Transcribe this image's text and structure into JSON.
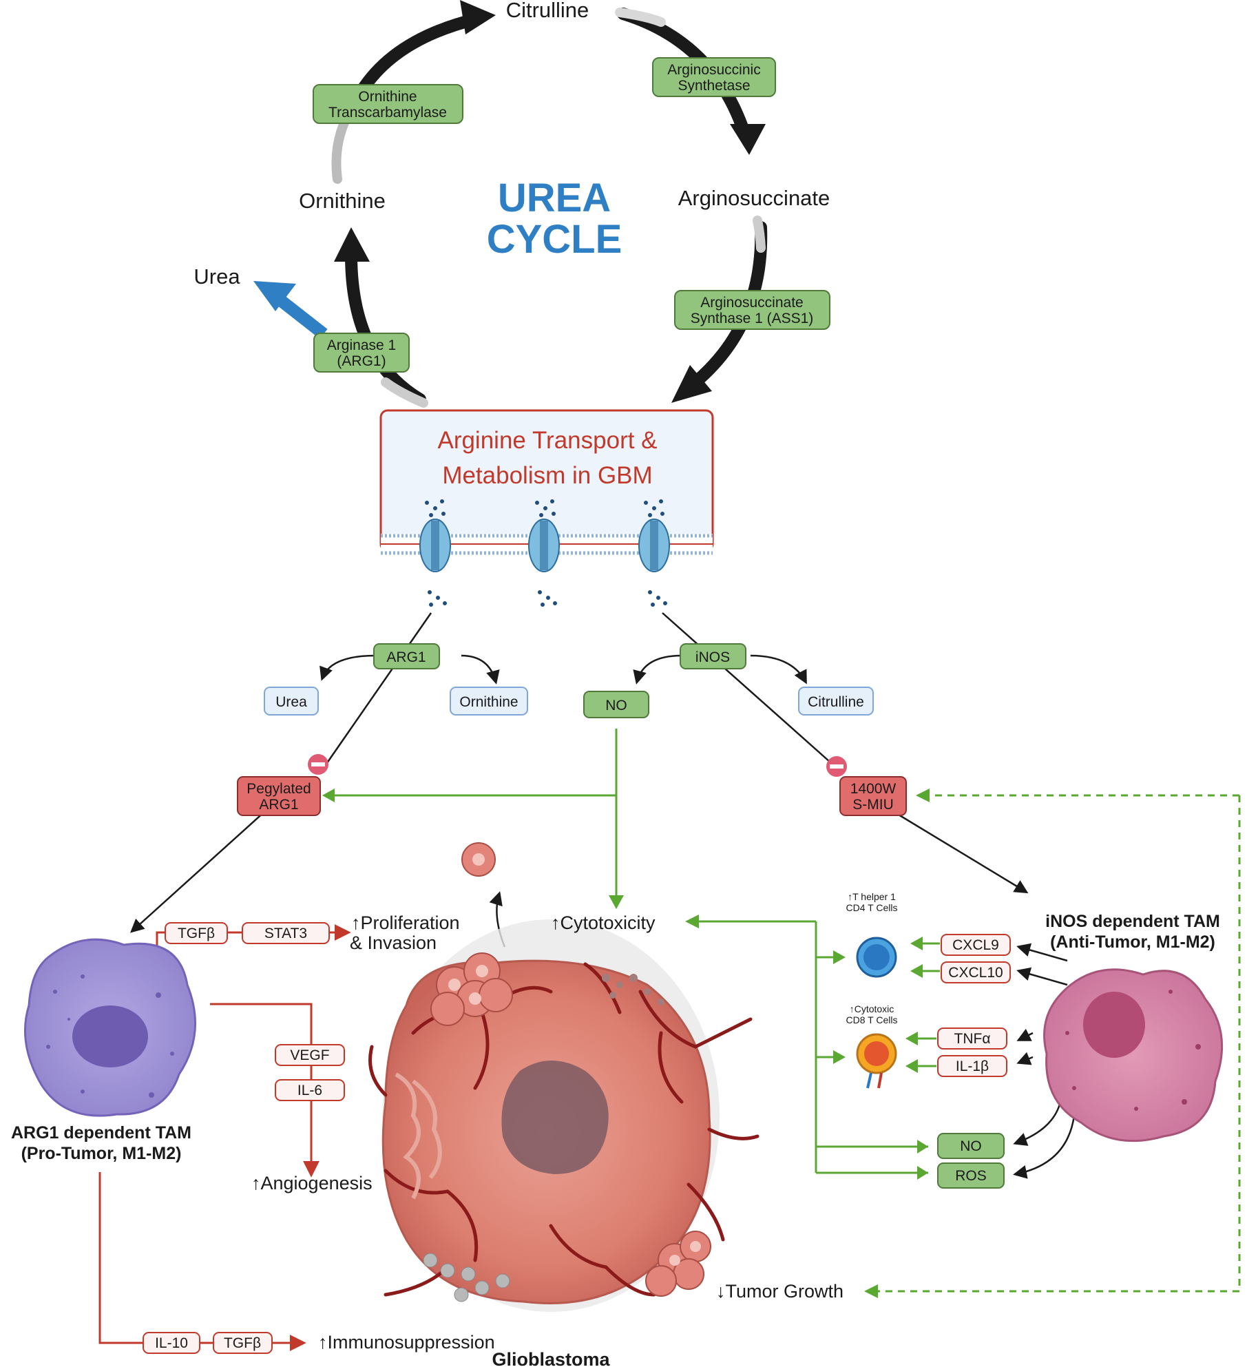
{
  "urea_cycle": {
    "title_line1": "UREA",
    "title_line2": "CYCLE",
    "metabolites": {
      "citrulline": "Citrulline",
      "ornithine": "Ornithine",
      "argininosuccinate": "Arginosuccinate",
      "urea": "Urea"
    },
    "enzymes": {
      "otc_line1": "Ornithine",
      "otc_line2": "Transcarbamylase",
      "as_line1": "Arginosuccinic",
      "as_line2": "Synthetase",
      "ass1_line1": "Arginosuccinate",
      "ass1_line2": "Synthase 1 (ASS1)",
      "arg1_line1": "Arginase 1",
      "arg1_line2": "(ARG1)"
    }
  },
  "gbm_box": {
    "title_line1": "Arginine Transport &",
    "title_line2": "Metabolism in GBM"
  },
  "pathways": {
    "arg1": "ARG1",
    "inos": "iNOS",
    "urea": "Urea",
    "ornithine": "Ornithine",
    "no": "NO",
    "citrulline": "Citrulline",
    "pegylated_line1": "Pegylated",
    "pegylated_line2": "ARG1",
    "inhibitor_line1": "1400W",
    "inhibitor_line2": "S-MIU"
  },
  "left_tam": {
    "title_line1": "ARG1 dependent TAM",
    "title_line2": "(Pro-Tumor, M1-M2)",
    "tgfb": "TGFβ",
    "stat3": "STAT3",
    "proliferation_line1": "↑Proliferation",
    "proliferation_line2": "& Invasion",
    "vegf": "VEGF",
    "il6": "IL-6",
    "angiogenesis": "↑Angiogenesis",
    "il10": "IL-10",
    "tgfb2": "TGFβ",
    "immunosuppression": "↑Immunosuppression"
  },
  "center": {
    "cytotoxicity": "↑Cytotoxicity",
    "glioblastoma": "Glioblastoma",
    "tumor_growth": "↓Tumor Growth"
  },
  "right_tam": {
    "title_line1": "iNOS dependent TAM",
    "title_line2": "(Anti-Tumor, M1-M2)",
    "th1_line1": "↑T helper 1",
    "th1_line2": "CD4 T Cells",
    "ctl_line1": "↑Cytotoxic",
    "ctl_line2": "CD8 T Cells",
    "cxcl9": "CXCL9",
    "cxcl10": "CXCL10",
    "tnfa": "TNFα",
    "il1b": "IL-1β",
    "no": "NO",
    "ros": "ROS"
  },
  "colors": {
    "enzyme_green": "#93c47d",
    "enzyme_border": "#4f7a3a",
    "inhibitor_red": "#e06c6c",
    "product_blue": "#e6f0fb",
    "product_border": "#7fa6d6",
    "signal_red": "#c0392b",
    "activation_green": "#5aa832",
    "title_blue": "#2f7fc4",
    "gbm_title_red": "#c0392b",
    "arg1_tam_purple": "#9b8fd3",
    "inos_tam_pink": "#d27f9f"
  }
}
